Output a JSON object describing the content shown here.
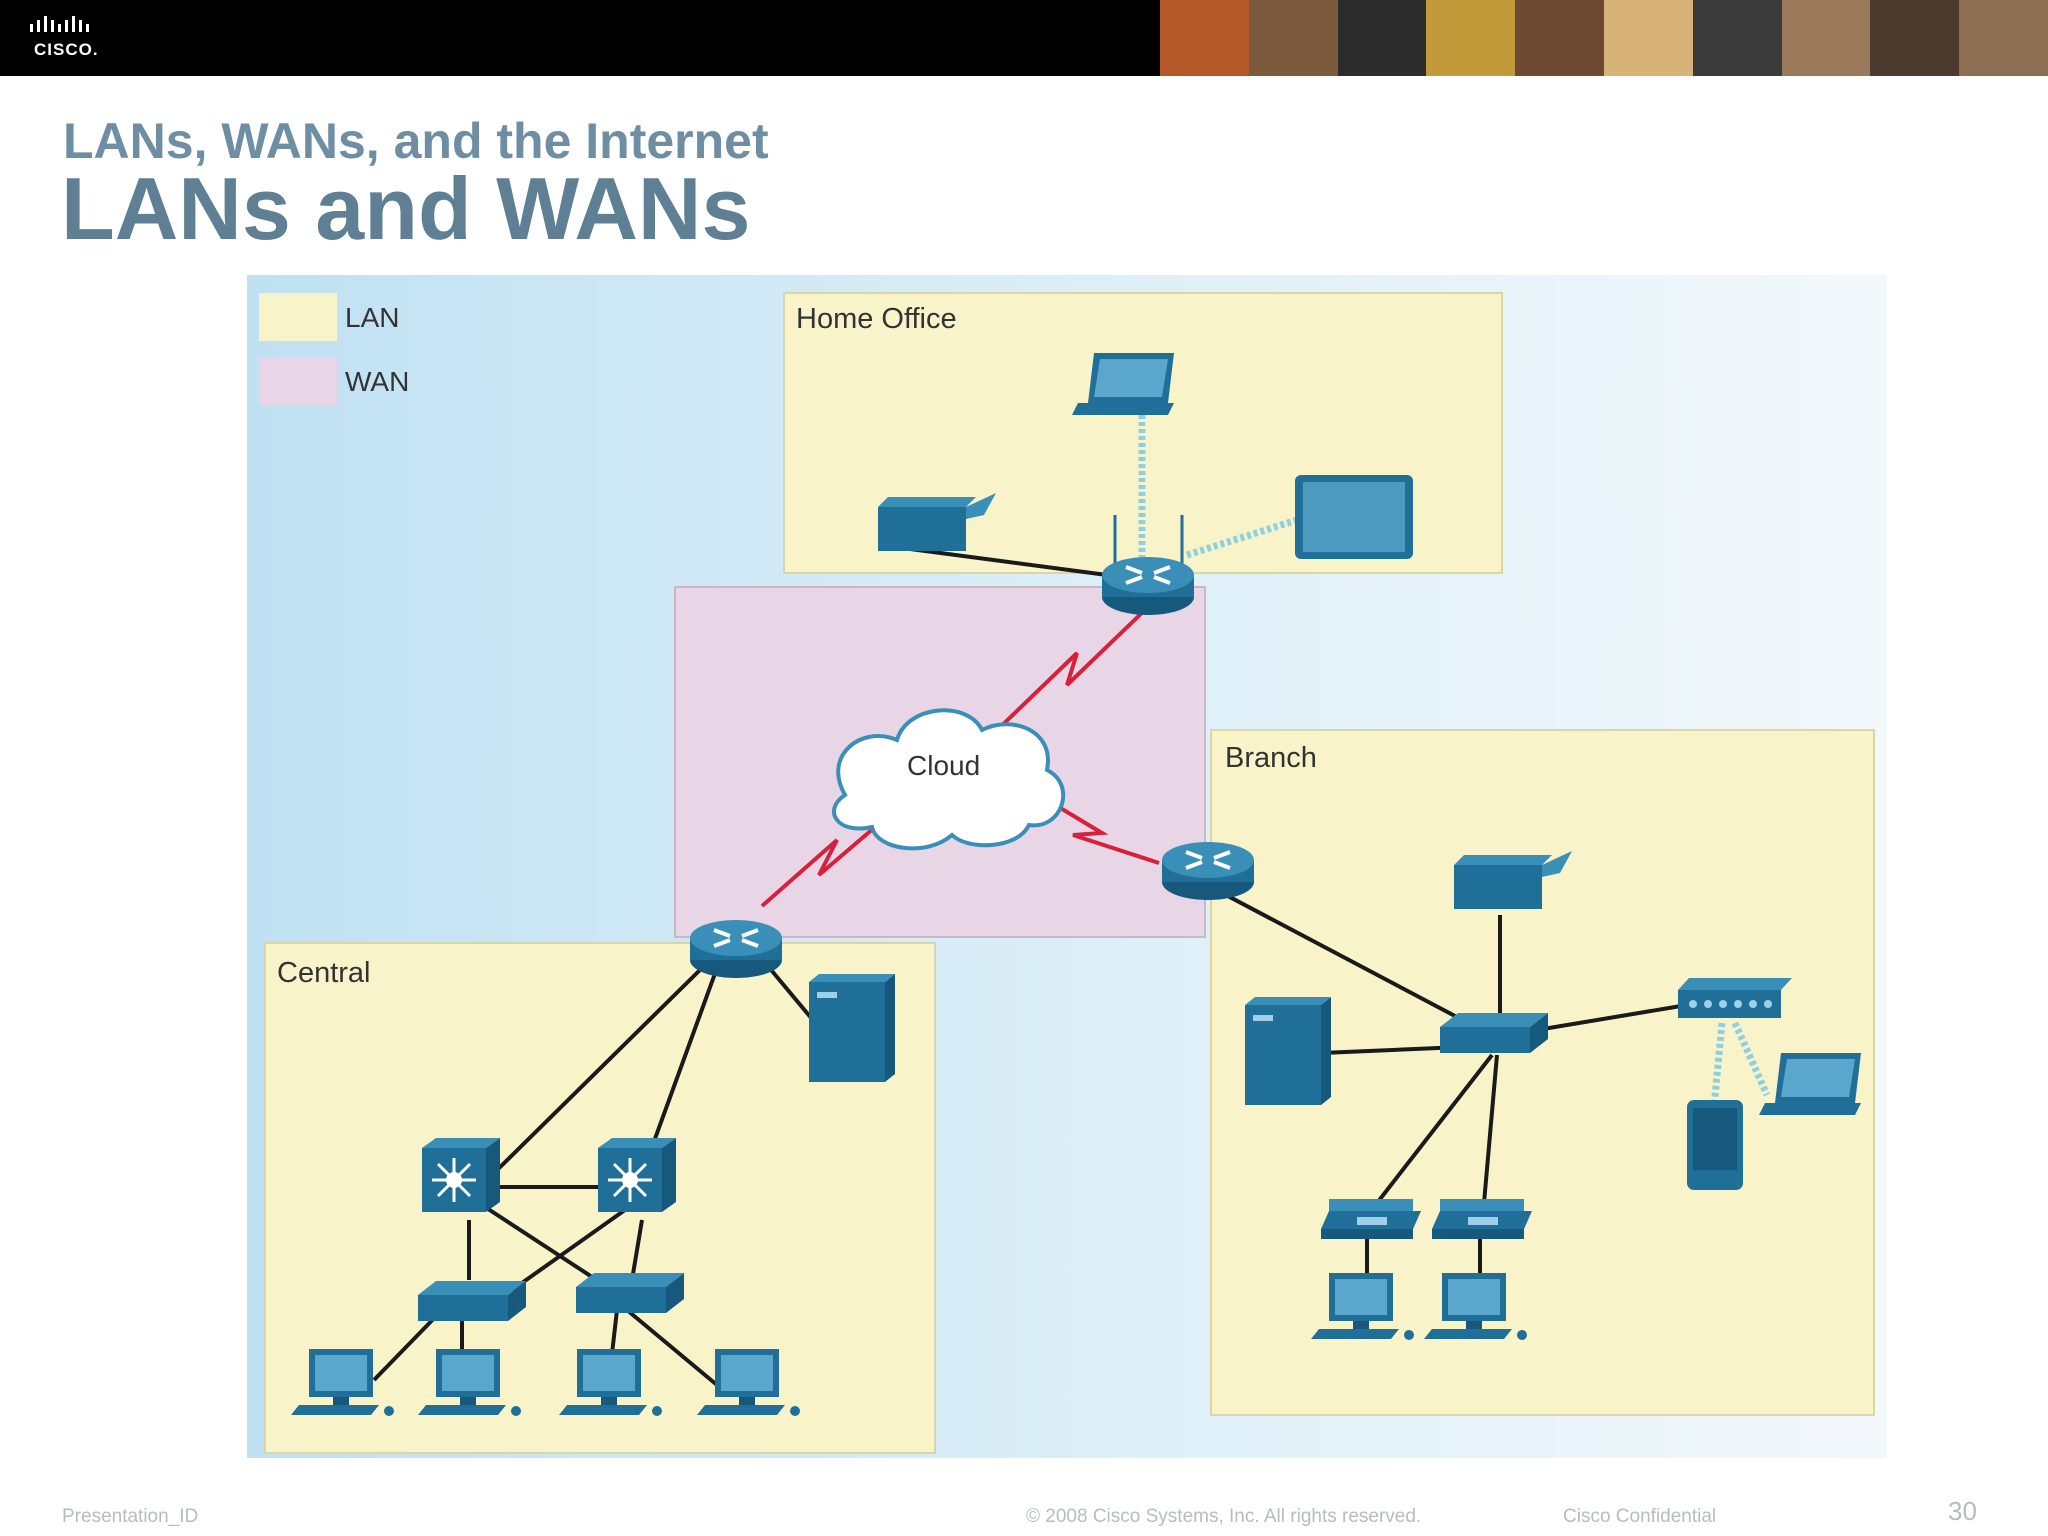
{
  "header": {
    "logo_text": "CISCO.",
    "photo_colors": [
      "#b5582a",
      "#7b5a3e",
      "#2c2c2c",
      "#c29a3a",
      "#6e4a33",
      "#d7b37a",
      "#3b3b3b",
      "#9a7a5b",
      "#4d3a2e",
      "#8c6f52"
    ]
  },
  "slide": {
    "subtitle": "LANs, WANs, and the Internet",
    "title": "LANs and WANs"
  },
  "diagram": {
    "legend": [
      {
        "label": "LAN",
        "color": "#f8f3c8"
      },
      {
        "label": "WAN",
        "color": "#e8d6e6"
      }
    ],
    "regions": {
      "home_office": "Home Office",
      "branch": "Branch",
      "central": "Central"
    },
    "cloud_label": "Cloud",
    "colors": {
      "device": "#1f6f98",
      "device_light": "#3a8fb8",
      "wan_link": "#d8203a",
      "cable": "#1a1a1a",
      "wireless": "#8fd0e0"
    }
  },
  "footer": {
    "presentation_id": "Presentation_ID",
    "copyright": "© 2008 Cisco Systems, Inc. All rights reserved.",
    "confidential": "Cisco Confidential",
    "page_number": "30"
  }
}
